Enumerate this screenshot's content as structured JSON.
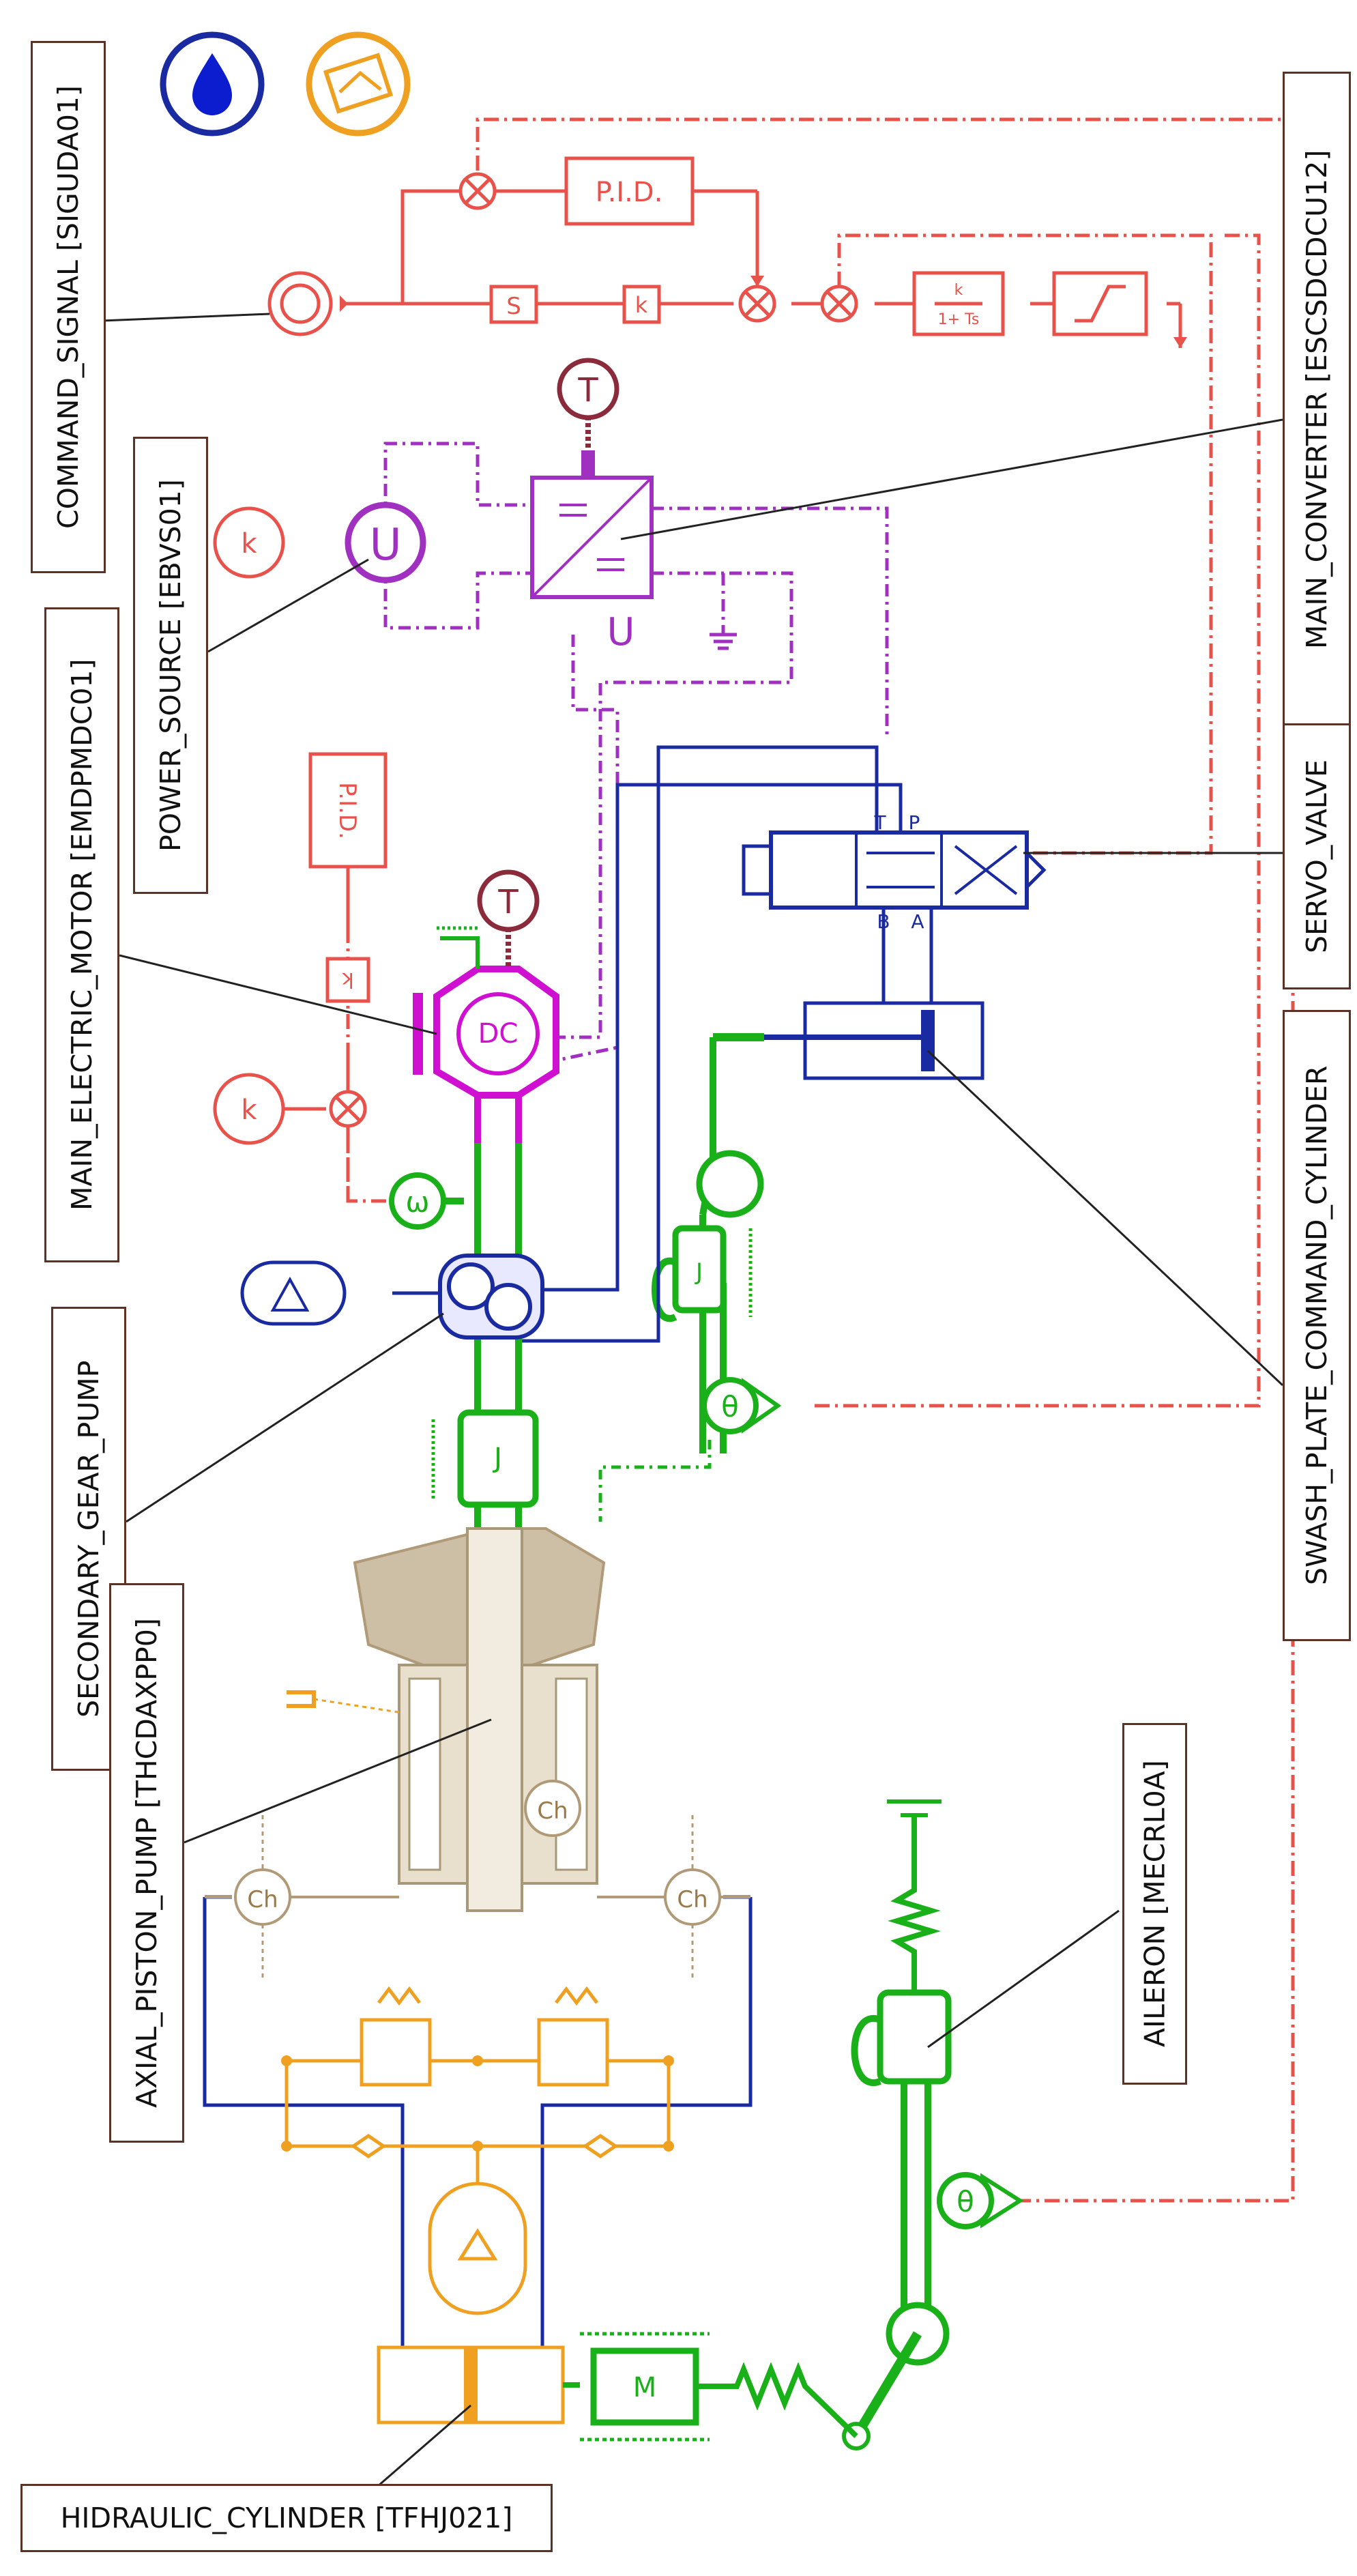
{
  "labels": {
    "command_signal": "COMMAND_SIGNAL [SIGUDA01]",
    "power_source": "POWER_SOURCE [EBVS01]",
    "main_electric_motor": "MAIN_ELECTRIC_MOTOR [EMDPMDC01]",
    "secondary_gear_pump": "SECONDARY_GEAR_PUMP",
    "axial_piston_pump": "AXIAL_PISTON_PUMP [THCDAXPP0]",
    "hidraulic_cylinder": "HIDRAULIC_CYLINDER [TFHJ021]",
    "main_converter": "MAIN_CONVERTER [ESCSDCDCU12]",
    "servo_valve": "SERVO_VALVE",
    "swash_plate_command_cylinder": "SWASH_PLATE_COMMAND_CYLINDER",
    "aileron": "AILERON [MECRL0A]"
  },
  "symbols": {
    "pid": "P.I.D.",
    "gain": "k",
    "integrator": "S",
    "lag_num": "k",
    "lag_den": "1+ Ts",
    "temperature": "T",
    "voltage": "U",
    "dc_motor": "DC",
    "omega": "ω",
    "theta": "θ",
    "inertia": "J",
    "chamber": "Ch",
    "mass": "M",
    "valve_p": "P",
    "valve_t": "T",
    "valve_a": "A",
    "valve_b": "B"
  },
  "colors": {
    "signal": "#e8524a",
    "electrical": "#a030c0",
    "motor": "#d010d0",
    "hydraulic": "#1a2aa0",
    "mechanical": "#19b019",
    "thermal": "#8a2a3a",
    "thermo_hydraulic": "#f0a020",
    "pump_body": "#cdbfa5"
  },
  "icons": {
    "hydraulic_library": "water-drop-icon",
    "thermal_library": "thermal-library-icon"
  }
}
